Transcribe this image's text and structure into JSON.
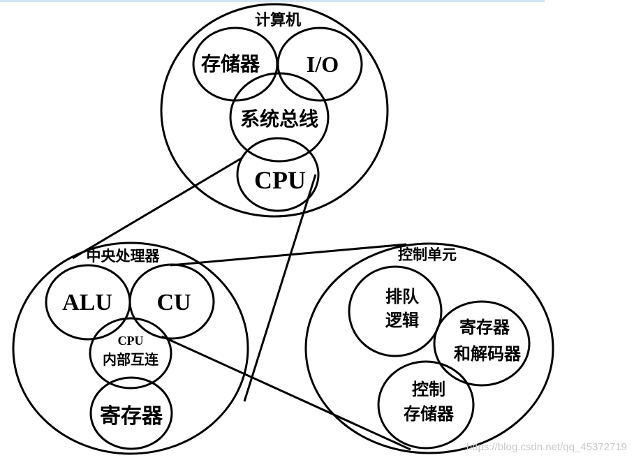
{
  "computer": {
    "title": "计算机",
    "memory": "存储器",
    "io": "I/O",
    "system_bus": "系统总线",
    "cpu": "CPU"
  },
  "cpu_detail": {
    "title": "中央处理器",
    "alu": "ALU",
    "cu": "CU",
    "interconnect_line1": "CPU",
    "interconnect_line2": "内部互连",
    "registers": "寄存器"
  },
  "control_unit": {
    "title": "控制单元",
    "sequencing_line1": "排队",
    "sequencing_line2": "逻辑",
    "reg_decoder_line1": "寄存器",
    "reg_decoder_line2": "和解码器",
    "control_memory_line1": "控制",
    "control_memory_line2": "存储器"
  },
  "watermark": "https://blog.csdn.net/qq_45372719"
}
